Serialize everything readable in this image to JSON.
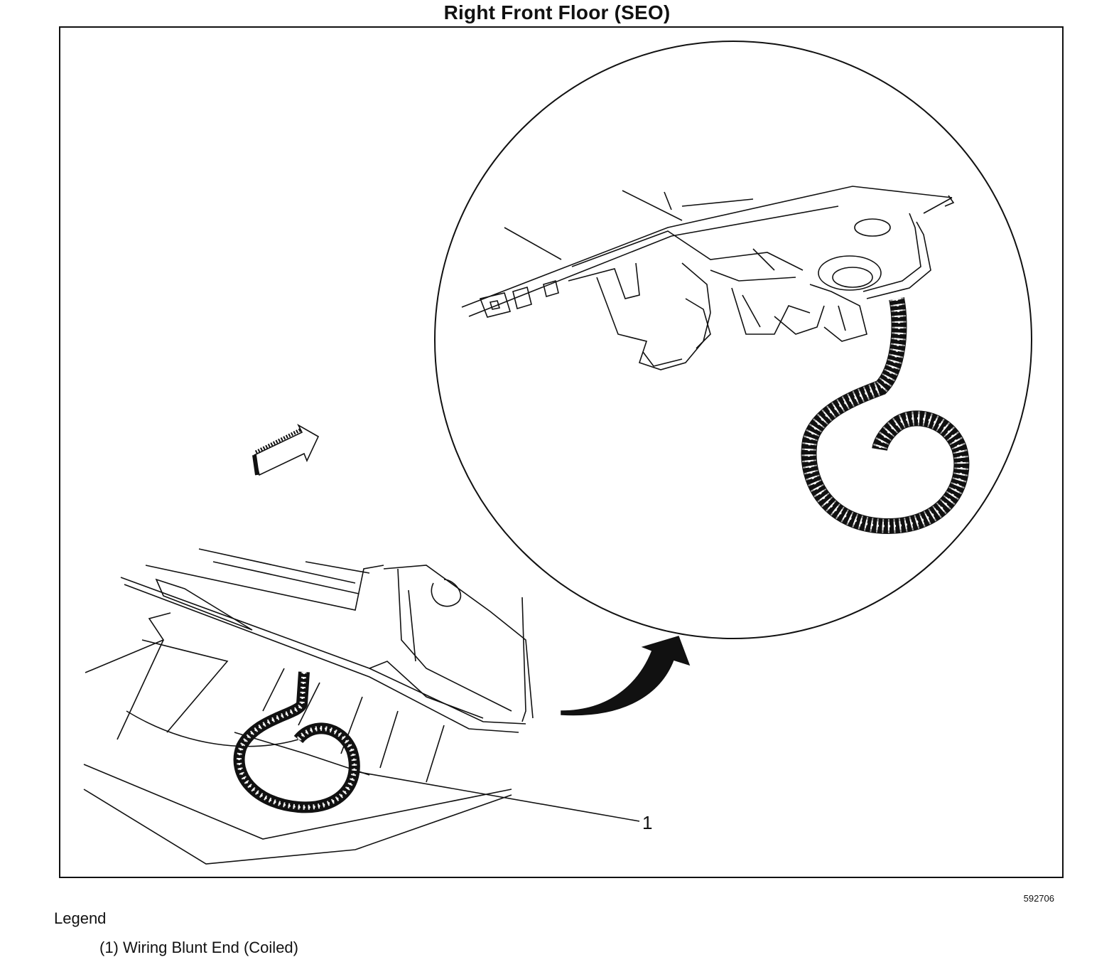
{
  "title": "Right Front Floor (SEO)",
  "figure_id": "592706",
  "callouts": [
    {
      "number": "1"
    }
  ],
  "legend": {
    "heading": "Legend",
    "items": [
      {
        "label": "(1) Wiring Blunt End (Coiled)"
      }
    ]
  },
  "colors": {
    "ink": "#111111",
    "background": "#ffffff"
  }
}
